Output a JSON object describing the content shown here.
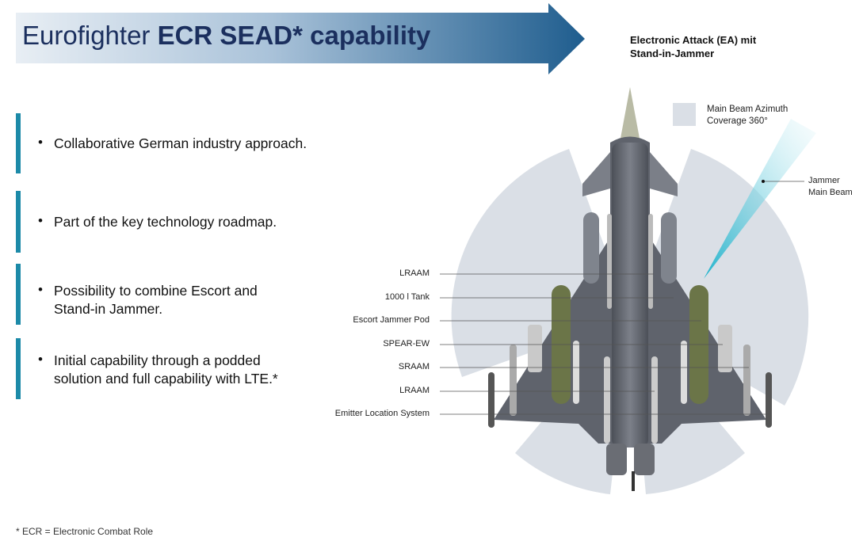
{
  "title": {
    "prefix": "Eurofighter ",
    "bold": "ECR SEAD* capability"
  },
  "ea_heading": {
    "line1": "Electronic Attack (EA) mit",
    "line2": "Stand-in-Jammer"
  },
  "bullets": [
    {
      "lines": [
        "Collaborative German industry approach."
      ]
    },
    {
      "lines": [
        "Part of the key technology roadmap."
      ]
    },
    {
      "lines": [
        "Possibility to combine Escort and",
        "Stand-in Jammer."
      ]
    },
    {
      "lines": [
        "Initial capability through a podded",
        "solution and full capability with LTE.*"
      ]
    }
  ],
  "bullet_symbol": "•",
  "legend": {
    "line1": "Main Beam Azimuth",
    "line2": "Coverage 360°"
  },
  "jammer_label": {
    "line1": "Jammer",
    "line2": "Main Beam"
  },
  "store_labels": [
    "LRAAM",
    "1000 l Tank",
    "Escort Jammer Pod",
    "SPEAR-EW",
    "SRAAM",
    "LRAAM",
    "Emitter Location System"
  ],
  "footnote": "* ECR = Electronic Combat Role",
  "colors": {
    "accent": "#1c8aa8",
    "title": "#1b2f5e",
    "coverage": "#dadfe6",
    "beam": "#3cc3d8"
  }
}
